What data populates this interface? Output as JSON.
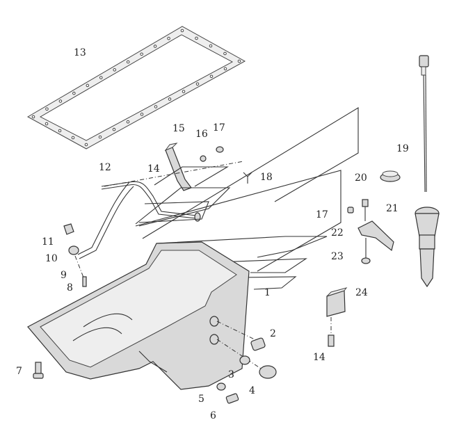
{
  "callouts": {
    "c1": "1",
    "c2": "2",
    "c3": "3",
    "c4": "4",
    "c5": "5",
    "c6": "6",
    "c7": "7",
    "c8": "8",
    "c9": "9",
    "c10": "10",
    "c11": "11",
    "c12": "12",
    "c13": "13",
    "c14a": "14",
    "c14b": "14",
    "c15": "15",
    "c16": "16",
    "c17a": "17",
    "c17b": "17",
    "c18": "18",
    "c19": "19",
    "c20": "20",
    "c21": "21",
    "c22": "22",
    "c23": "23",
    "c24": "24"
  },
  "colors": {
    "stroke": "#333333",
    "fill": "#d9d9d9",
    "background": "#ffffff"
  }
}
